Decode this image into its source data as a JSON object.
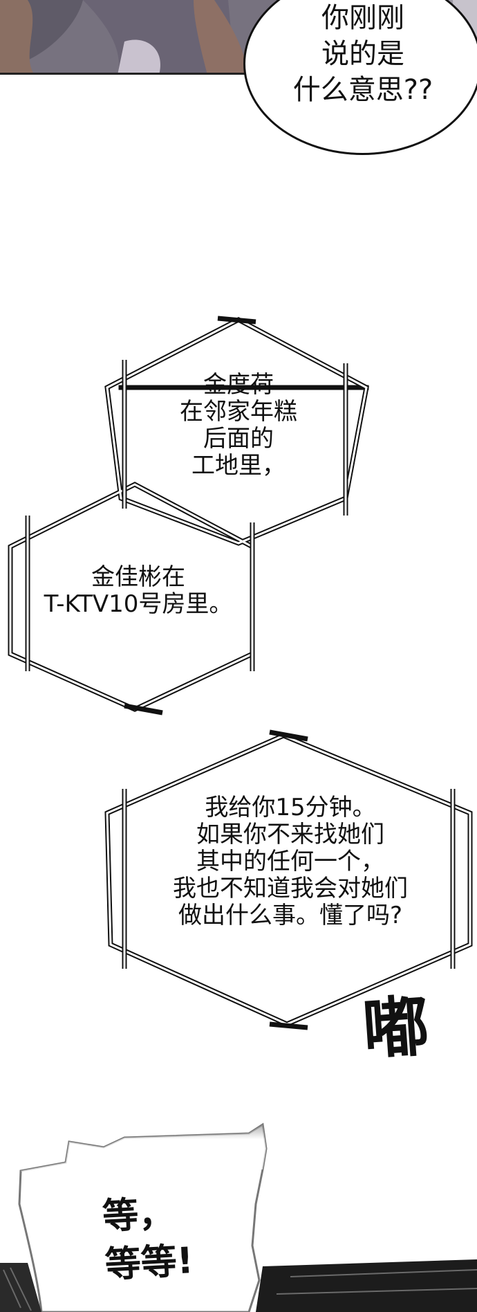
{
  "bubbles": {
    "question": {
      "lines": [
        "你刚刚",
        "说的是",
        "什么意思??"
      ]
    },
    "location": {
      "lines_top": [
        "金度荷",
        "在邻家年糕",
        "后面的",
        "工地里，"
      ],
      "lines_bottom": [
        "金佳彬在",
        "T-KTV10号房里。"
      ]
    },
    "threat": {
      "lines": [
        "我给你15分钟。",
        "如果你不来找她们",
        "其中的任何一个，",
        "我也不知道我会对她们",
        "做出什么事。懂了吗?"
      ]
    },
    "shout": {
      "lines": [
        "等，",
        "等等!"
      ]
    }
  },
  "sfx": {
    "text": "嘟"
  },
  "colors": {
    "panel_shade": "#7b7583",
    "ink": "#111111",
    "paper": "#ffffff"
  }
}
